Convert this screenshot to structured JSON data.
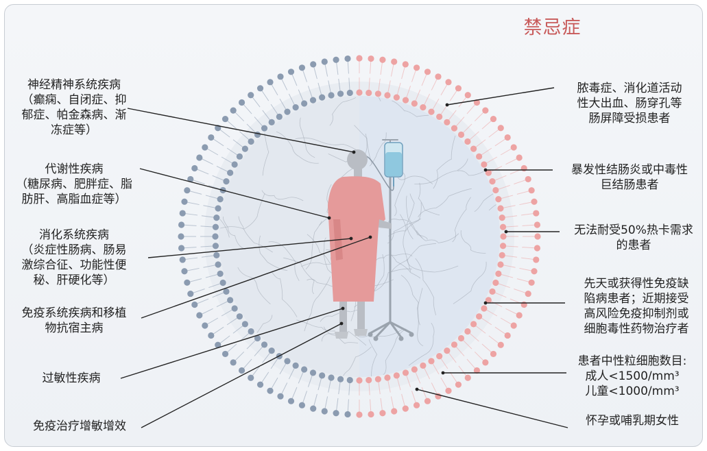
{
  "title": "禁忌症",
  "left_labels": [
    {
      "lines": [
        "神经精神系统疾病",
        "（癫痫、自闭症、抑",
        "郁症、帕金森病、渐",
        "冻症等）"
      ]
    },
    {
      "lines": [
        "代谢性疾病",
        "（糖尿病、肥胖症、脂",
        "肪肝、高脂血症等）"
      ]
    },
    {
      "lines": [
        "消化系统疾病",
        "（炎症性肠病、肠易",
        "激综合征、功能性便",
        "秘、肝硬化等）"
      ]
    },
    {
      "lines": [
        "免疫系统疾病和移植",
        "物抗宿主病"
      ]
    },
    {
      "lines": [
        "过敏性疾病"
      ]
    },
    {
      "lines": [
        "免疫治疗增敏增效"
      ]
    }
  ],
  "right_labels": [
    {
      "lines": [
        "脓毒症、消化道活动",
        "性大出血、肠穿孔等",
        "肠屏障受损患者"
      ]
    },
    {
      "lines": [
        "暴发性结肠炎或中毒性",
        "巨结肠患者"
      ]
    },
    {
      "lines": [
        "无法耐受50%热卡需求",
        "的患者"
      ]
    },
    {
      "lines": [
        "先天或获得性免疫缺",
        "陷病患者；近期接受",
        "高风险免疫抑制剂或",
        "细胞毒性药物治疗者"
      ]
    },
    {
      "lines": [
        "患者中性粒细胞数目:",
        "成人<1500/mm³",
        "儿童<1000/mm³"
      ]
    },
    {
      "lines": [
        "怀孕或哺乳期女性"
      ]
    }
  ],
  "colors": {
    "title": "#c85a5a",
    "left_ring": "#8b9bb0",
    "right_ring": "#eda3a3",
    "gown": "#e59a9a",
    "skin": "#b9bdc4",
    "iv_fluid": "#8fc8df",
    "line": "#222222"
  }
}
